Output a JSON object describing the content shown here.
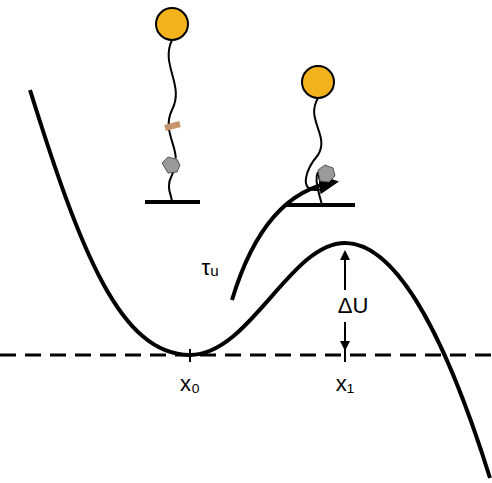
{
  "diagram": {
    "labels": [
      "τᵤ",
      "ΔU",
      "x₀",
      "x₁"
    ]
  }
}
